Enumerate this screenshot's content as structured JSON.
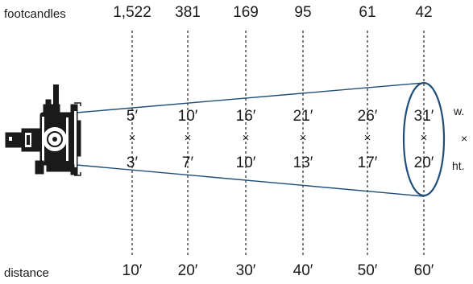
{
  "diagram": {
    "top_label": "footcandles",
    "bottom_label": "distance",
    "footcandles": [
      "1,522",
      "381",
      "169",
      "95",
      "61",
      "42"
    ],
    "distances": [
      "10′",
      "20′",
      "30′",
      "40′",
      "50′",
      "60′"
    ],
    "widths": [
      "5′",
      "10′",
      "16′",
      "21′",
      "26′",
      "31′"
    ],
    "heights": [
      "3′",
      "7′",
      "10′",
      "13′",
      "17′",
      "20′"
    ],
    "times_symbol": "×",
    "width_label": "w.",
    "height_label": "ht.",
    "beam_color": "#1f4e79",
    "line_color": "#222222"
  }
}
